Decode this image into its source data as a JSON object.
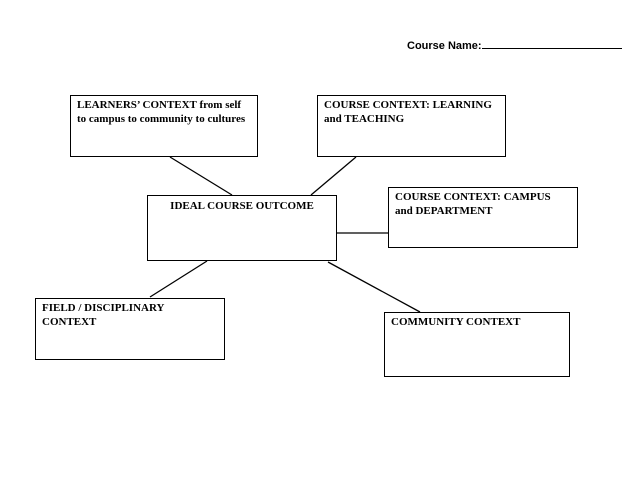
{
  "header": {
    "course_name_label": "Course Name:"
  },
  "diagram": {
    "center_node": {
      "id": "ideal-course-outcome",
      "label": "IDEAL COURSE OUTCOME"
    },
    "nodes": [
      {
        "id": "learners-context",
        "label": "LEARNERS’ CONTEXT from self to campus to community to cultures"
      },
      {
        "id": "course-context-learning-teaching",
        "label": "COURSE CONTEXT: LEARNING and TEACHING"
      },
      {
        "id": "course-context-campus-department",
        "label": "COURSE CONTEXT: CAMPUS and DEPARTMENT"
      },
      {
        "id": "field-disciplinary-context",
        "label": "FIELD / DISCIPLINARY CONTEXT"
      },
      {
        "id": "community-context",
        "label": "COMMUNITY CONTEXT"
      }
    ],
    "connections": [
      {
        "from": "learners-context",
        "to": "ideal-course-outcome"
      },
      {
        "from": "course-context-learning-teaching",
        "to": "ideal-course-outcome"
      },
      {
        "from": "course-context-campus-department",
        "to": "ideal-course-outcome"
      },
      {
        "from": "field-disciplinary-context",
        "to": "ideal-course-outcome"
      },
      {
        "from": "community-context",
        "to": "ideal-course-outcome"
      }
    ],
    "colors": {
      "line": "#000000",
      "border": "#000000",
      "background": "#ffffff",
      "text": "#000000"
    }
  }
}
